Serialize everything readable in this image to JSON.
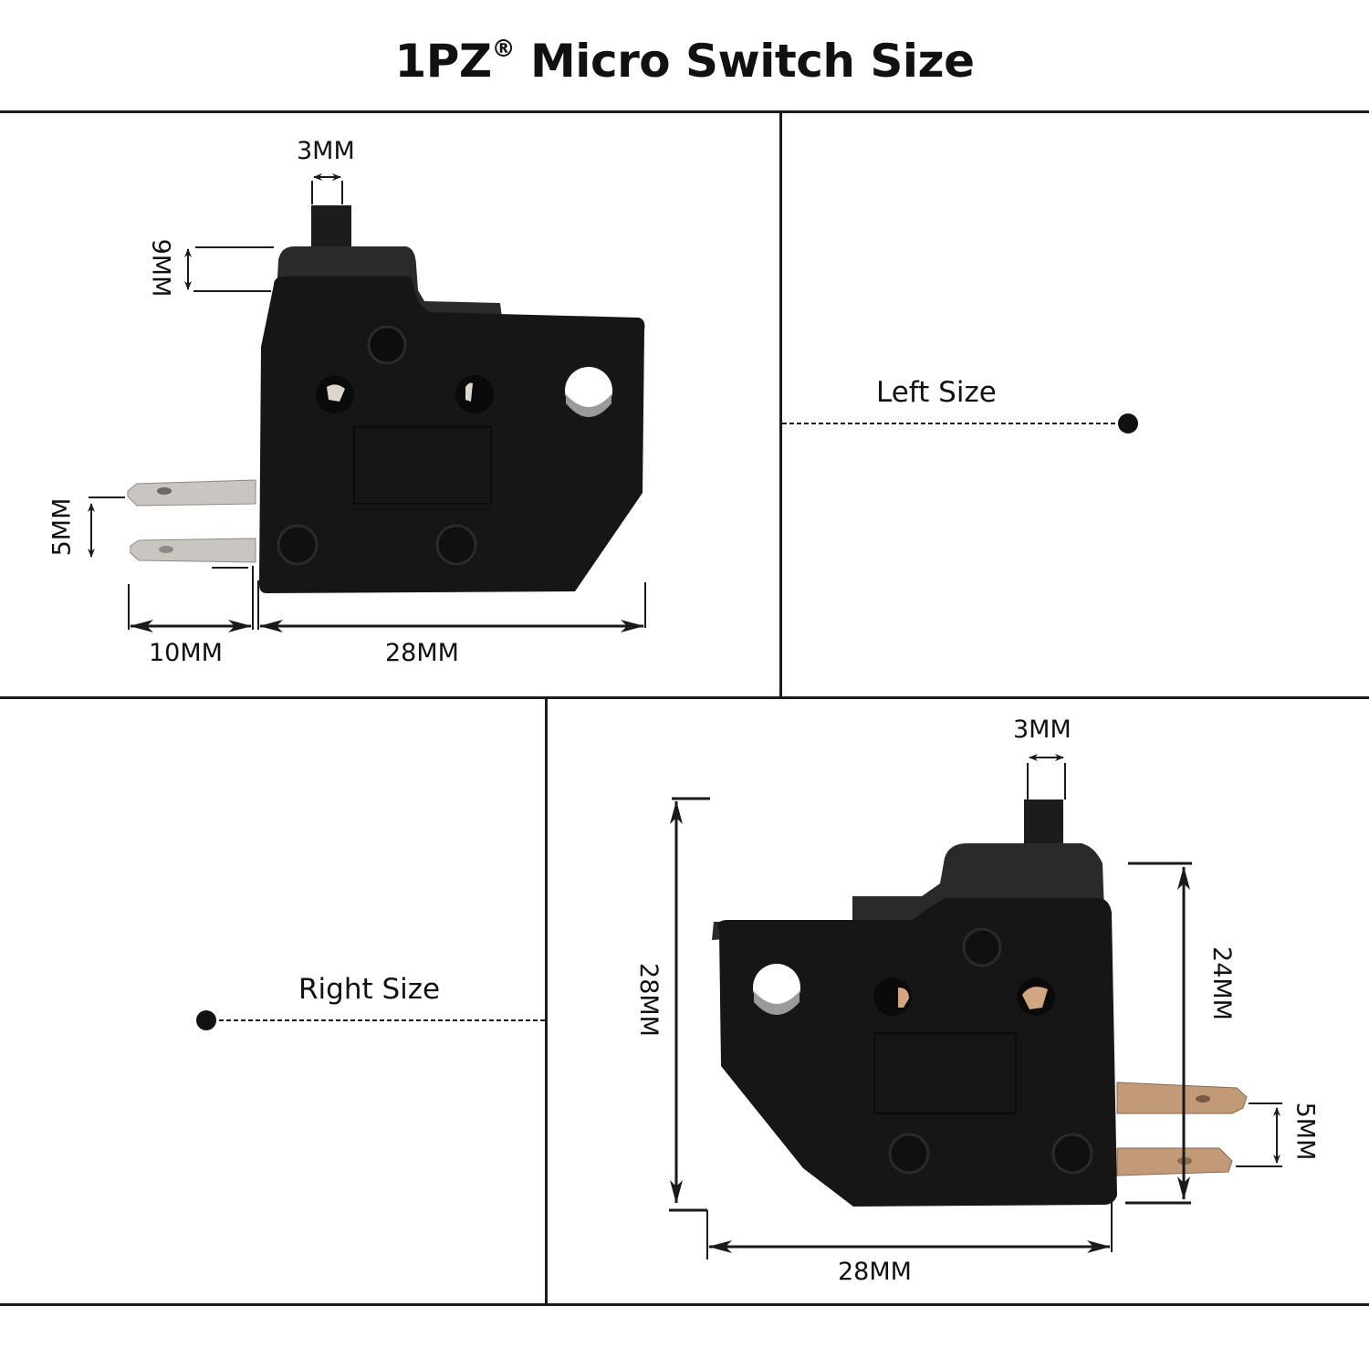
{
  "header": {
    "title_prefix": "1PZ",
    "title_mark": "®",
    "title_suffix": " Micro Switch Size"
  },
  "left_panel": {
    "caption": "Left  Size",
    "dimensions": {
      "actuator_width": "3MM",
      "actuator_height": "9MM",
      "terminal_spacing": "5MM",
      "terminal_length": "10MM",
      "body_width": "28MM"
    }
  },
  "right_panel": {
    "caption": "Right Size",
    "dimensions": {
      "actuator_width": "3MM",
      "body_height": "28MM",
      "terminal_span": "24MM",
      "terminal_spacing": "5MM",
      "body_width": "28MM"
    }
  },
  "colors": {
    "ink": "#1a1a1a",
    "switch_body": "#161616",
    "terminal_silver": "#c9c6c2",
    "terminal_copper": "#c39a78"
  }
}
